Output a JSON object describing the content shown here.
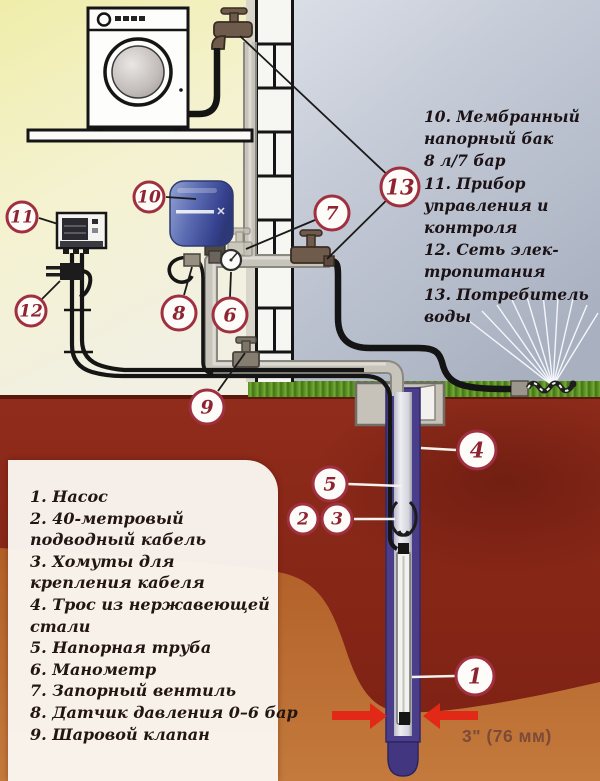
{
  "legend_right": {
    "lines": [
      "10. Мембранный",
      "напорный бак",
      "8 л/7 бар",
      "11. Прибор",
      "управления и",
      "контроля",
      "12. Сеть элек-",
      "тропитания",
      "13. Потребитель",
      "воды"
    ]
  },
  "legend_left": {
    "lines": [
      "1. Насос",
      "2. 40-метровый",
      "подводный кабель",
      "3. Хомуты для",
      "крепления кабеля",
      "4. Трос из нержавеющей",
      "стали",
      "5. Напорная труба",
      "6. Манометр",
      "7. Запорный вентиль",
      "8. Датчик давления 0–6 бар",
      "9. Шаровой клапан"
    ]
  },
  "callouts": {
    "n1": "1",
    "n2": "2",
    "n3": "3",
    "n4": "4",
    "n5": "5",
    "n6": "6",
    "n7": "7",
    "n8": "8",
    "n9": "9",
    "n10": "10",
    "n11": "11",
    "n12": "12",
    "n13": "13"
  },
  "well": {
    "diameter_label": "3\" (76 мм)"
  },
  "colors": {
    "soil_dark": "#8e2b1a",
    "soil_light": "#bf6e33",
    "casing_purple": "#4a3d8a",
    "tank_blue": "#4c5ca6",
    "callout_red": "#a03040",
    "arrow_red": "#e22817",
    "grass_green": "#5f9226",
    "pipe_gray": "#c7c4bc"
  }
}
